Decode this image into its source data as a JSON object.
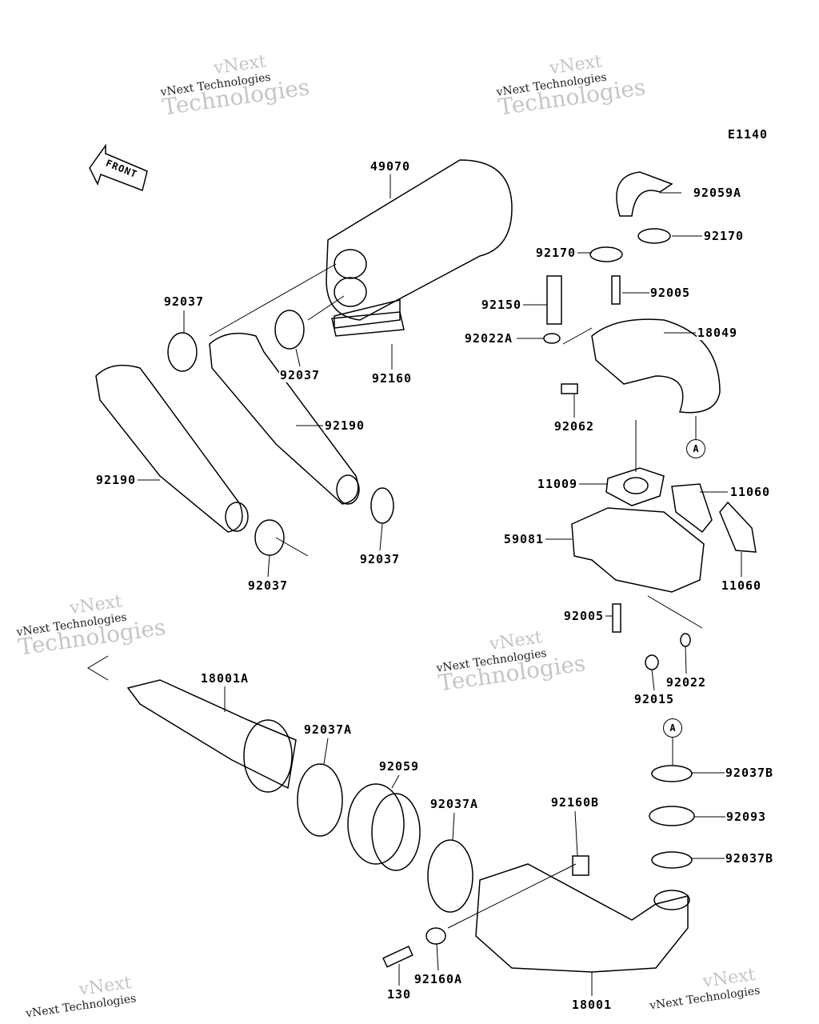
{
  "diagram_code": "E1140",
  "front_label": "FRONT",
  "watermark": {
    "line1": "vNext",
    "line2": "vNext Technologies",
    "line3": "Technologies"
  },
  "callout_ref": "A",
  "labels": [
    "49070",
    "92059A",
    "92170",
    "92170",
    "92037",
    "92150",
    "92005",
    "92022A",
    "18049",
    "92037",
    "92160",
    "92190",
    "92062",
    "92190",
    "11009",
    "11060",
    "59081",
    "11060",
    "92037",
    "92037",
    "92005",
    "92022",
    "92015",
    "18001A",
    "92037A",
    "92059",
    "92037A",
    "92160B",
    "92037B",
    "92093",
    "92037B",
    "92160A",
    "130",
    "18001"
  ]
}
